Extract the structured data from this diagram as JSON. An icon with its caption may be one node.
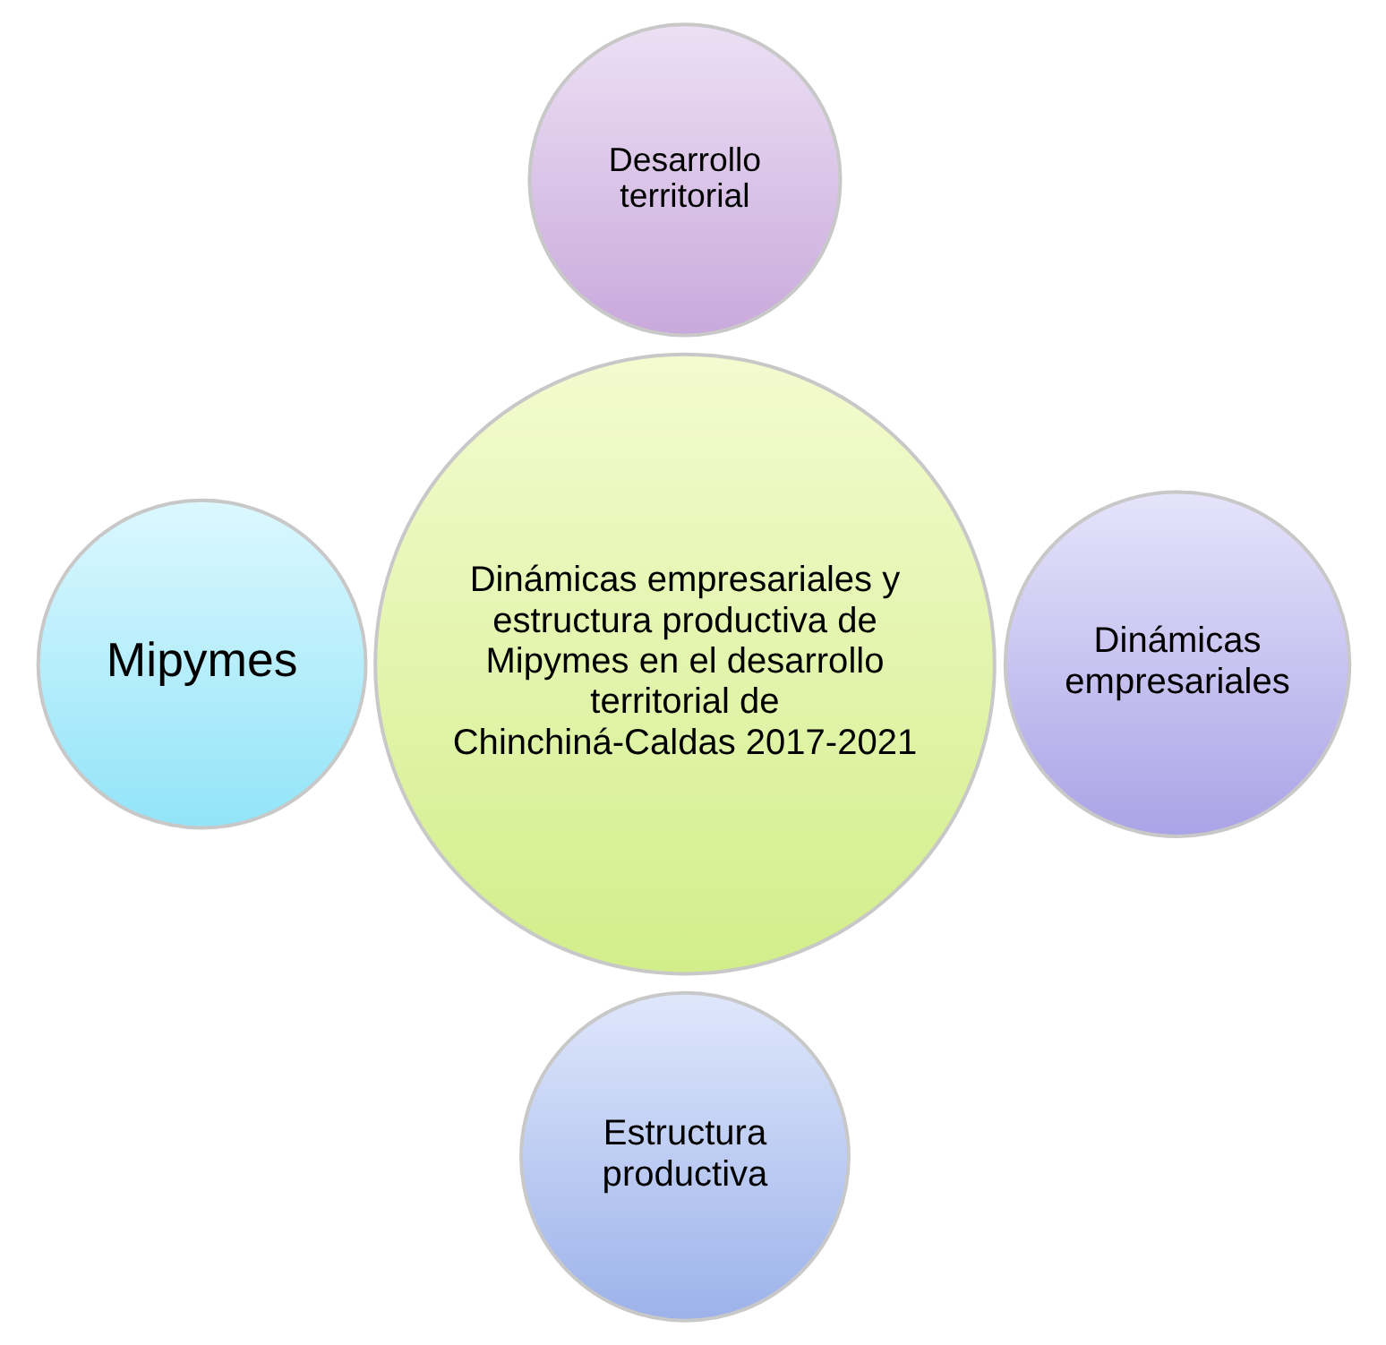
{
  "diagram": {
    "nodes": [
      {
        "text": [
          "Desarrollo territorial"
        ]
      },
      {
        "text": [
          "Mipymes"
        ]
      },
      {
        "text": [
          "Dinámicas empresariales y estructura productiva de Mipymes en el desarrollo territorial de Chinchiná-Caldas 2017-2021"
        ]
      },
      {
        "text": [
          "Dinámicas empresariales"
        ]
      },
      {
        "text": [
          "Estructura productiva"
        ]
      }
    ]
  }
}
